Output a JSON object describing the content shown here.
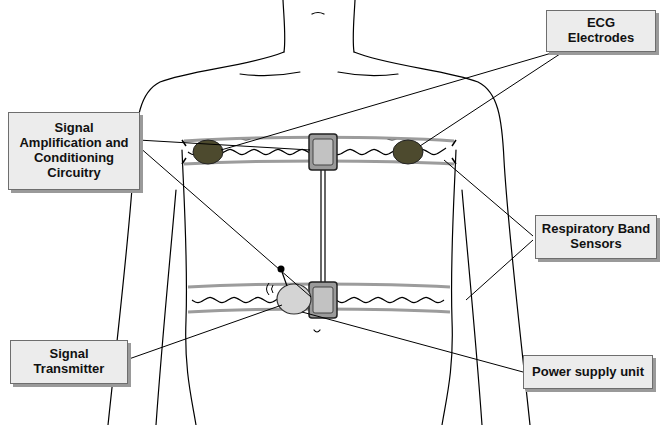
{
  "diagram": {
    "nodes": [
      {
        "text": [
          "ECG Electrodes"
        ]
      },
      {
        "text": [
          "Signal Amplification and Conditioning Circuitry"
        ]
      },
      {
        "text": [
          "Respiratory Band Sensors"
        ]
      },
      {
        "text": [
          "Signal Transmitter"
        ]
      },
      {
        "text": [
          "Power supply unit"
        ]
      }
    ]
  }
}
